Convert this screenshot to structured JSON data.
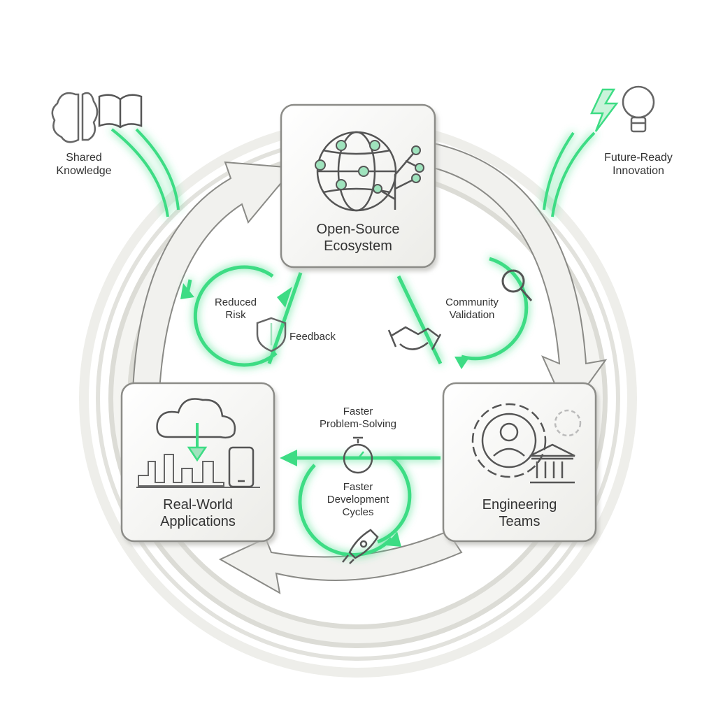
{
  "nodes": {
    "open_source": {
      "line1": "Open-Source",
      "line2": "Ecosystem"
    },
    "real_world": {
      "line1": "Real-World",
      "line2": "Applications"
    },
    "engineering": {
      "line1": "Engineering",
      "line2": "Teams"
    }
  },
  "inputs": {
    "shared_knowledge": {
      "line1": "Shared",
      "line2": "Knowledge"
    },
    "future_ready": {
      "line1": "Future-Ready",
      "line2": "Innovation"
    }
  },
  "loops": {
    "reduced_risk": {
      "line1": "Reduced",
      "line2": "Risk"
    },
    "feedback": "Feedback",
    "community_validation": {
      "line1": "Community",
      "line2": "Validation"
    },
    "faster_problem_solving": {
      "line1": "Faster",
      "line2": "Problem-Solving"
    },
    "faster_development_cycles": {
      "line1": "Faster",
      "line2": "Development",
      "line3": "Cycles"
    }
  },
  "colors": {
    "accent_green": "#3ddc84",
    "glow_green": "#b9f3cf",
    "ring_gray": "#d9d9d4",
    "card_fill": "#f6f6f3",
    "stroke_dark": "#6a6a6a"
  },
  "icons": [
    "brain-icon",
    "book-icon",
    "lightning-icon",
    "lightbulb-icon",
    "globe-network-icon",
    "cloud-download-icon",
    "city-skyline-icon",
    "phone-icon",
    "gear-person-icon",
    "building-icon",
    "shield-icon",
    "handshake-icon",
    "magnifier-icon",
    "stopwatch-icon",
    "rocket-icon"
  ]
}
